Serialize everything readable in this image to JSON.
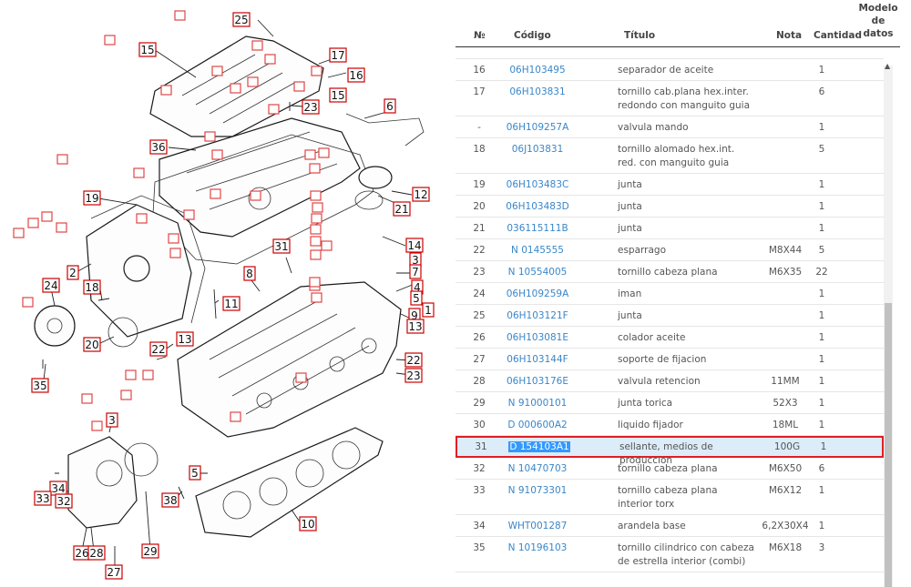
{
  "diagram": {
    "callouts": [
      "25",
      "15",
      "17",
      "16",
      "15",
      "23",
      "6",
      "36",
      "12",
      "19",
      "21",
      "14",
      "3",
      "7",
      "31",
      "8",
      "18",
      "11",
      "4",
      "5",
      "9",
      "1",
      "24",
      "2",
      "13",
      "20",
      "22",
      "13",
      "22",
      "23",
      "35",
      "3",
      "5",
      "38",
      "34",
      "33",
      "32",
      "10",
      "26",
      "28",
      "29",
      "27"
    ]
  },
  "table": {
    "headers": {
      "no": "№",
      "code": "Código",
      "title": "Título",
      "note": "Nota",
      "qty": "Cantidad",
      "model_line1": "Modelo",
      "model_line2": "de",
      "model_line3": "datos"
    },
    "rows": [
      {
        "no": "16",
        "code": "06H103495",
        "title": "separador de aceite",
        "note": "",
        "qty": "1"
      },
      {
        "no": "17",
        "code": "06H103831",
        "title": "tornillo cab.plana hex.inter. redondo con manguito guia",
        "note": "",
        "qty": "6"
      },
      {
        "no": "-",
        "code": "06H109257A",
        "title": "valvula mando",
        "note": "",
        "qty": "1"
      },
      {
        "no": "18",
        "code": "06J103831",
        "title": "tornillo alomado hex.int. red. con manguito guia",
        "note": "",
        "qty": "5"
      },
      {
        "no": "19",
        "code": "06H103483C",
        "title": "junta",
        "note": "",
        "qty": "1"
      },
      {
        "no": "20",
        "code": "06H103483D",
        "title": "junta",
        "note": "",
        "qty": "1"
      },
      {
        "no": "21",
        "code": "036115111B",
        "title": "junta",
        "note": "",
        "qty": "1"
      },
      {
        "no": "22",
        "code": "N 0145555",
        "title": "esparrago",
        "note": "M8X44",
        "qty": "5"
      },
      {
        "no": "23",
        "code": "N 10554005",
        "title": "tornillo cabeza plana",
        "note": "M6X35",
        "qty": "22"
      },
      {
        "no": "24",
        "code": "06H109259A",
        "title": "iman",
        "note": "",
        "qty": "1"
      },
      {
        "no": "25",
        "code": "06H103121F",
        "title": "junta",
        "note": "",
        "qty": "1"
      },
      {
        "no": "26",
        "code": "06H103081E",
        "title": "colador aceite",
        "note": "",
        "qty": "1"
      },
      {
        "no": "27",
        "code": "06H103144F",
        "title": "soporte de fijacion",
        "note": "",
        "qty": "1"
      },
      {
        "no": "28",
        "code": "06H103176E",
        "title": "valvula retencion",
        "note": "11MM",
        "qty": "1"
      },
      {
        "no": "29",
        "code": "N 91000101",
        "title": "junta torica",
        "note": "52X3",
        "qty": "1"
      },
      {
        "no": "30",
        "code": "D 000600A2",
        "title": "liquido fijador",
        "note": "18ML",
        "qty": "1"
      },
      {
        "no": "31",
        "code": "D 154103A1",
        "title": "sellante, medios de produccion",
        "note": "100G",
        "qty": "1",
        "selected": true
      },
      {
        "no": "32",
        "code": "N 10470703",
        "title": "tornillo cabeza plana",
        "note": "M6X50",
        "qty": "6"
      },
      {
        "no": "33",
        "code": "N 91073301",
        "title": "tornillo cabeza plana interior torx",
        "note": "M6X12",
        "qty": "1"
      },
      {
        "no": "34",
        "code": "WHT001287",
        "title": "arandela base",
        "note": "6,2X30X4",
        "qty": "1"
      },
      {
        "no": "35",
        "code": "N 10196103",
        "title": "tornillo cilindrico con cabeza de estrella interior (combi)",
        "note": "M6X18",
        "qty": "3"
      }
    ]
  },
  "colors": {
    "link": "#3a86c8",
    "selected_row_bg": "#dcecf8",
    "selected_row_border": "#e01e25",
    "callout_border": "#cc0000"
  }
}
